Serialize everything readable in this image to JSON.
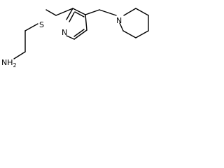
{
  "molecule": {
    "atom_labels": {
      "amine": "NH",
      "amine_subscript": "2",
      "sulfur": "S",
      "pyridine_nitrogen": "N",
      "piperidine_nitrogen": "N"
    },
    "colors": {
      "bond": "#000000",
      "label": "#000000",
      "background": "#ffffff"
    }
  }
}
